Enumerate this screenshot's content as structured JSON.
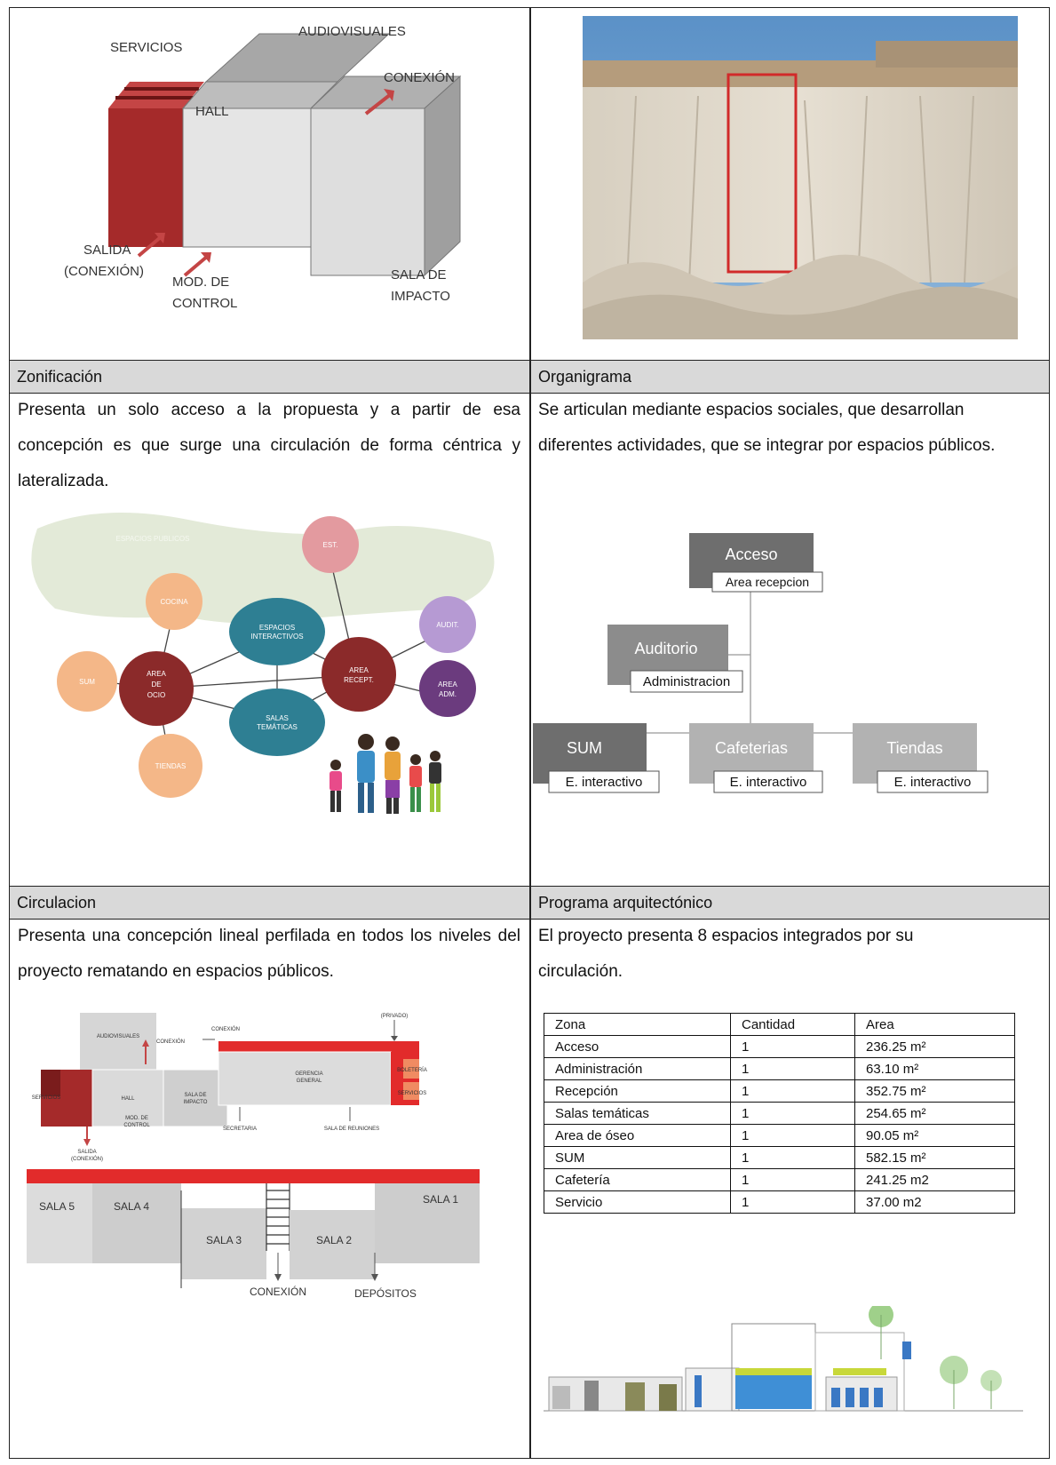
{
  "top_left_diagram": {
    "labels": {
      "servicios": "SERVICIOS",
      "audiovisuales": "AUDIOVISUALES",
      "conexion": "CONEXIÓN",
      "hall": "HALL",
      "salida_line1": "SALIDA",
      "salida_line2": "(CONEXIÓN)",
      "mod_line1": "MOD. DE",
      "mod_line2": "CONTROL",
      "sala_line1": "SALA DE",
      "sala_line2": "IMPACTO"
    }
  },
  "sections": {
    "zonificacion": {
      "header": "Zonificación",
      "text": "Presenta un solo acceso a la propuesta y a partir de esa concepción es que surge una circulación de forma céntrica y lateralizada."
    },
    "organigrama": {
      "header": "Organigrama",
      "text": "Se articulan mediante espacios sociales, que desarrollan diferentes actividades, que se integrar por espacios públicos."
    },
    "circulacion": {
      "header": "Circulacion",
      "text": "Presenta una concepción lineal perfilada en todos los niveles del proyecto rematando en espacios públicos."
    },
    "programa": {
      "header": "Programa arquitectónico",
      "text": "El proyecto presenta 8 espacios integrados por su circulación."
    }
  },
  "bubble_diagram": {
    "bubbles": {
      "espacios_publicos": "ESPACIOS PUBLICOS",
      "est": "EST.",
      "cocina": "COCINA",
      "sum": "SUM",
      "area_ocio": [
        "AREA",
        "DE",
        "OCIO"
      ],
      "espacios_interactivos": [
        "ESPACIOS",
        "INTERACTIVOS"
      ],
      "area_recept": [
        "AREA",
        "RECEPT."
      ],
      "audit": "AUDIT.",
      "area_adm": [
        "AREA",
        "ADM."
      ],
      "salas_tematicas": [
        "SALAS",
        "TEMÁTICAS"
      ],
      "tiendas": "TIENDAS"
    },
    "colors": {
      "dark_red": "#8b2a2a",
      "teal": "#2e7f93",
      "peach": "#f4b788",
      "pink": "#e39a9f",
      "lavender": "#b69ad3",
      "purple": "#6b3b7e",
      "green_blob": "#e3ead8"
    }
  },
  "organigram": {
    "nodes": {
      "acceso": {
        "title": "Acceso",
        "sub": "Area recepcion"
      },
      "auditorio": {
        "title": "Auditorio",
        "sub": "Administracion"
      },
      "sum": {
        "title": "SUM",
        "sub": "E. interactivo"
      },
      "cafeterias": {
        "title": "Cafeterias",
        "sub": "E. interactivo"
      },
      "tiendas": {
        "title": "Tiendas",
        "sub": "E. interactivo"
      }
    },
    "colors": {
      "dark": "#6e6e6e",
      "mid": "#8c8c8c",
      "light": "#b2b2b2"
    }
  },
  "circulation_plans": {
    "upper_left": {
      "audiovisuales": "AUDIOVISUALES",
      "conexion": "CONEXIÓN",
      "servicios": "SERVICIOS",
      "hall": "HALL",
      "sala_impacto": [
        "SALA DE",
        "IMPACTO"
      ],
      "mod_control": [
        "MOD. DE",
        "CONTROL"
      ],
      "salida": [
        "SALIDA",
        "(CONEXIÓN)"
      ]
    },
    "upper_right": {
      "conexion": "CONEXIÓN",
      "privado": "(PRIVADO)",
      "gerencia": [
        "GERENCIA",
        "GENERAL"
      ],
      "boletos": "BOLETERÍA",
      "servicios": "SERVICIOS",
      "secretaria": "SECRETARIA",
      "sala_reuniones": "SALA DE REUNIONES"
    },
    "lower": {
      "sala5": "SALA 5",
      "sala4": "SALA 4",
      "sala3": "SALA 3",
      "sala2": "SALA 2",
      "sala1": "SALA 1",
      "conexion": "CONEXIÓN",
      "depositos": "DEPÓSITOS"
    }
  },
  "program_table": {
    "headers": [
      "Zona",
      "Cantidad",
      "Area"
    ],
    "rows": [
      [
        "Acceso",
        "1",
        "236.25 m²"
      ],
      [
        "Administración",
        "1",
        "63.10 m²"
      ],
      [
        "Recepción",
        "1",
        "352.75 m²"
      ],
      [
        "Salas temáticas",
        "1",
        "254.65 m²"
      ],
      [
        "Area de óseo",
        "1",
        "90.05 m²"
      ],
      [
        "SUM",
        "1",
        "582.15 m²"
      ],
      [
        "Cafetería",
        "1",
        "241.25 m2"
      ],
      [
        "Servicio",
        "1",
        "37.00 m2"
      ]
    ]
  }
}
